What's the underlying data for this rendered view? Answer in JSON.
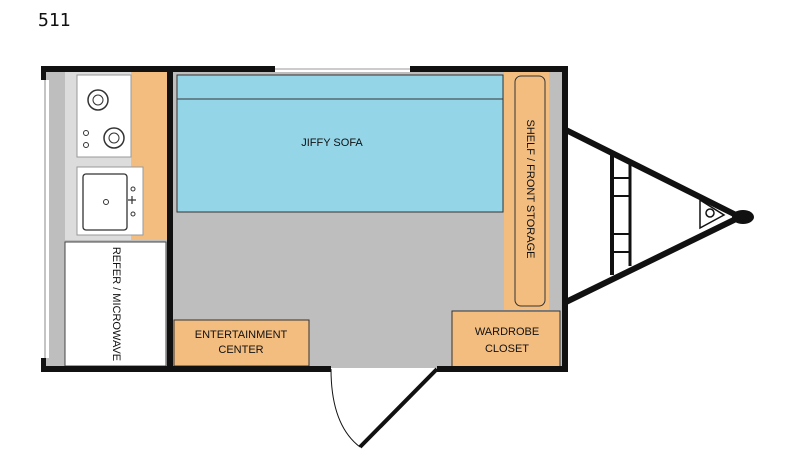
{
  "model_number": "511",
  "labels": {
    "sofa": "JIFFY SOFA",
    "shelf": "SHELF / FRONT STORAGE",
    "refer": "REFER / MICROWAVE",
    "entertainment_line1": "ENTERTAINMENT",
    "entertainment_line2": "CENTER",
    "wardrobe_line1": "WARDROBE",
    "wardrobe_line2": "CLOSET"
  },
  "colors": {
    "wall": "#111111",
    "floor": "#bebebe",
    "sofa": "#95d5e8",
    "cabinet": "#f3bd80",
    "appliance": "#ffffff"
  },
  "icons": [
    "stove-icon",
    "sink-icon",
    "door-swing-icon",
    "tongue-jack-icon"
  ]
}
